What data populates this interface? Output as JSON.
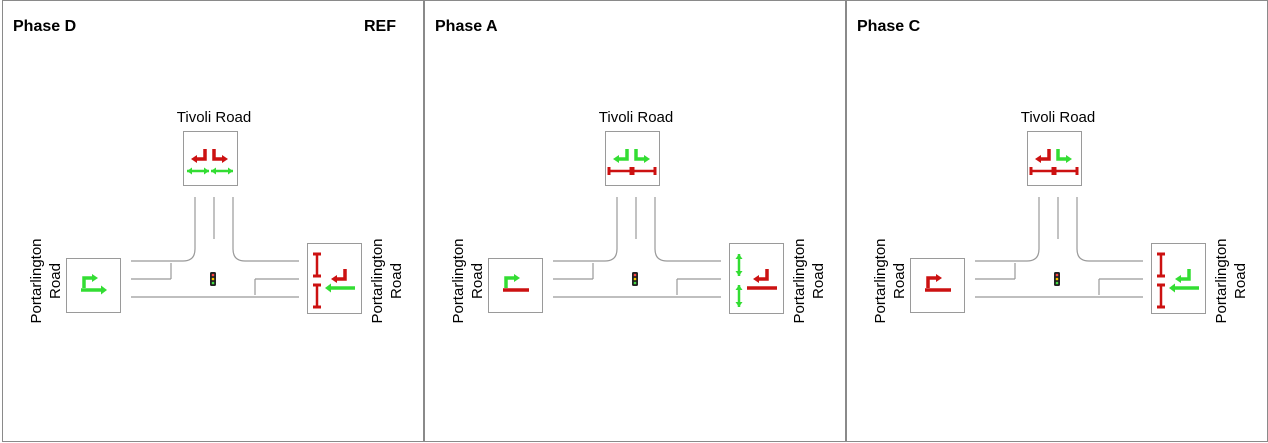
{
  "colors": {
    "go": "#33dd33",
    "stop": "#cc1111",
    "road": "#999999",
    "border": "#8a8a8a"
  },
  "panels": [
    {
      "title": "Phase D",
      "ref": "REF",
      "north_road": "Tivoli Road",
      "west_road": [
        "Portarlington",
        "Road"
      ],
      "east_road": [
        "Portarlington",
        "Road"
      ],
      "signals": {
        "north_right": "stop",
        "north_left": "stop",
        "north_ped": "go",
        "west_right": "go",
        "west_through": "go",
        "east_ped_top": "stop",
        "east_right": "stop",
        "east_through": "go",
        "east_ped_bottom": "stop"
      }
    },
    {
      "title": "Phase A",
      "ref": "",
      "north_road": "Tivoli Road",
      "west_road": [
        "Portarlington",
        "Road"
      ],
      "east_road": [
        "Portarlington",
        "Road"
      ],
      "signals": {
        "north_right": "go",
        "north_left": "go",
        "north_ped": "stop",
        "west_right": "go",
        "west_through": "stop",
        "east_ped_top": "go",
        "east_right": "stop",
        "east_through": "stop",
        "east_ped_bottom": "go"
      }
    },
    {
      "title": "Phase C",
      "ref": "",
      "north_road": "Tivoli Road",
      "west_road": [
        "Portarlington",
        "Road"
      ],
      "east_road": [
        "Portarlington",
        "Road"
      ],
      "signals": {
        "north_right": "stop",
        "north_left": "go",
        "north_ped": "stop",
        "west_right": "stop",
        "west_through": "stop",
        "east_ped_top": "stop",
        "east_right": "go",
        "east_through": "go",
        "east_ped_bottom": "stop"
      }
    }
  ]
}
